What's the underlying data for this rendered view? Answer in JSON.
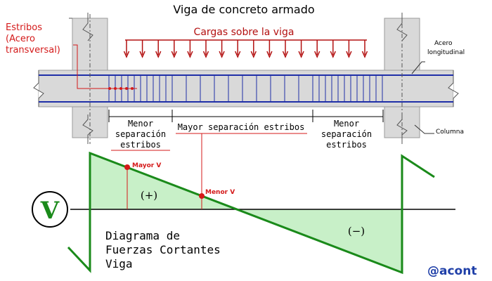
{
  "title": "Viga de concreto armado",
  "labels": {
    "loads": "Cargas sobre la viga",
    "stirrups_line1": "Estribos",
    "stirrups_line2": "(Acero",
    "stirrups_line3": "transversal)",
    "long_steel_line1": "Acero",
    "long_steel_line2": "longitudinal",
    "column": "Columna"
  },
  "zones": {
    "left_line1": "Menor",
    "left_line2": "separación",
    "left_line3": "estribos",
    "center": "Mayor separación estribos",
    "right_line1": "Menor",
    "right_line2": "separación",
    "right_line3": "estribos"
  },
  "shear": {
    "symbol": "V",
    "max_label": "Mayor V",
    "min_label": "Menor V",
    "positive": "(+)",
    "negative": "(−)"
  },
  "diagram_caption": {
    "line1": "Diagrama de",
    "line2": "Fuerzas Cortantes",
    "line3": "Viga"
  },
  "credit": "@acont",
  "colors": {
    "beam_fill": "#d9d9d9",
    "column_fill": "#d9d9d9",
    "steel": "#1f2fa8",
    "load_arrows": "#b31010",
    "annotation_red": "#d41919",
    "shear_line": "#1a8a1a",
    "shear_fill": "#c8f0c8",
    "credit": "#1f3fa8",
    "text": "#000000"
  }
}
